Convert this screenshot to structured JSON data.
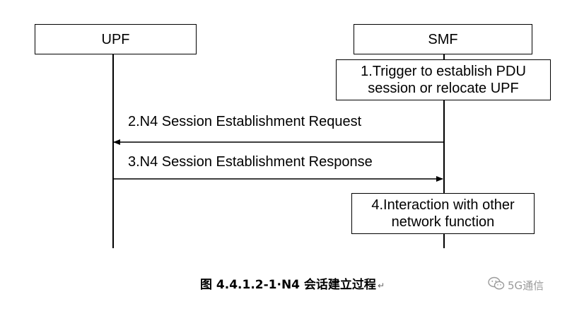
{
  "participants": {
    "upf": "UPF",
    "smf": "SMF"
  },
  "steps": {
    "step1": [
      "1.Trigger to establish PDU",
      "session or relocate UPF"
    ],
    "step2": "2.N4 Session Establishment Request",
    "step3": "3.N4 Session Establishment Response",
    "step4": [
      "4.Interaction with other",
      "network function"
    ]
  },
  "caption": {
    "text": "图 4.4.1.2-1·N4 会话建立过程",
    "paragraph_mark": "↵"
  },
  "watermark": {
    "icon": "wechat-icon",
    "text": "5G通信"
  }
}
